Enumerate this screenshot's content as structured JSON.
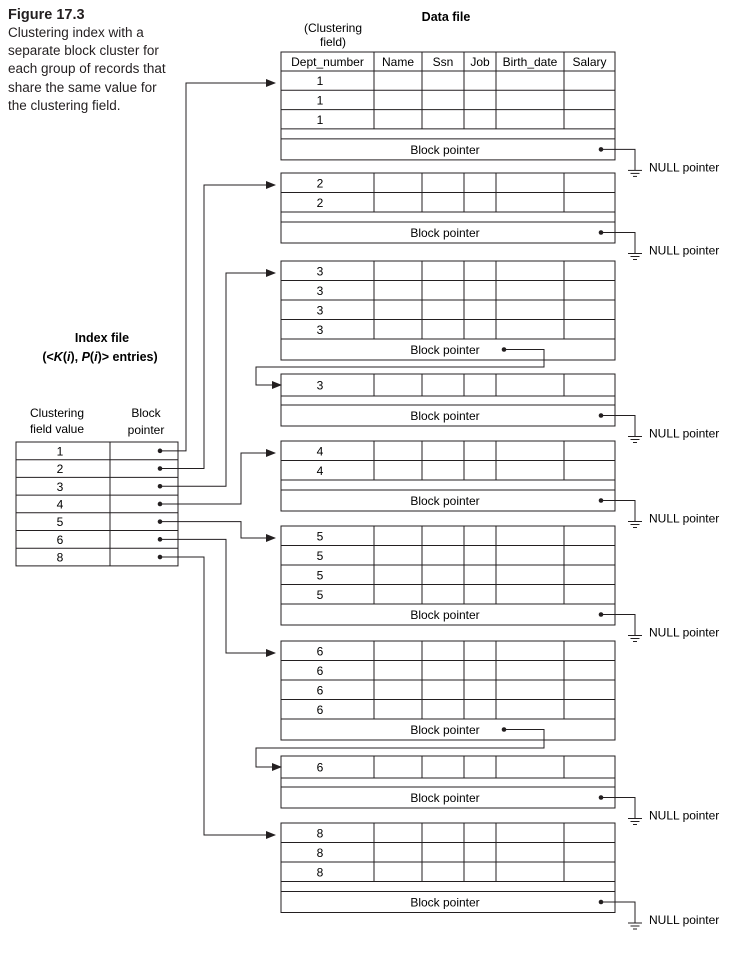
{
  "figure": {
    "label": "Figure 17.3",
    "caption": "Clustering index with a separate block cluster for each group of records that share the same value for the clustering field."
  },
  "data_file": {
    "title": "Data file",
    "clustering_note_line1": "(Clustering",
    "clustering_note_line2": "field)",
    "columns": [
      "Dept_number",
      "Name",
      "Ssn",
      "Job",
      "Birth_date",
      "Salary"
    ]
  },
  "index_file": {
    "title": "Index file",
    "subtitle_open": "(<",
    "subtitle_k": "K",
    "subtitle_paren1": "(",
    "subtitle_i1": "i",
    "subtitle_mid": "), ",
    "subtitle_p": "P",
    "subtitle_paren2": "(",
    "subtitle_i2": "i",
    "subtitle_close": ")> entries)",
    "col_value_line1": "Clustering",
    "col_value_line2": "field value",
    "col_pointer_line1": "Block",
    "col_pointer_line2": "pointer",
    "entries": [
      "1",
      "2",
      "3",
      "4",
      "5",
      "6",
      "8"
    ]
  },
  "labels": {
    "block_pointer": "Block pointer",
    "null_pointer": "NULL pointer"
  },
  "blocks": [
    {
      "values": [
        "1",
        "1",
        "1"
      ],
      "empty_rows": 1,
      "next": "null"
    },
    {
      "values": [
        "2",
        "2"
      ],
      "empty_rows": 1,
      "next": "null"
    },
    {
      "values": [
        "3",
        "3",
        "3",
        "3"
      ],
      "empty_rows": 0,
      "next": "chain"
    },
    {
      "values": [
        "3"
      ],
      "empty_rows": 1,
      "next": "null"
    },
    {
      "values": [
        "4",
        "4"
      ],
      "empty_rows": 1,
      "next": "null"
    },
    {
      "values": [
        "5",
        "5",
        "5",
        "5"
      ],
      "empty_rows": 0,
      "next": "null"
    },
    {
      "values": [
        "6",
        "6",
        "6",
        "6"
      ],
      "empty_rows": 0,
      "next": "chain"
    },
    {
      "values": [
        "6"
      ],
      "empty_rows": 1,
      "next": "null"
    },
    {
      "values": [
        "8",
        "8",
        "8"
      ],
      "empty_rows": 1,
      "next": "null"
    }
  ],
  "index_targets": [
    0,
    1,
    2,
    4,
    5,
    6,
    8
  ]
}
